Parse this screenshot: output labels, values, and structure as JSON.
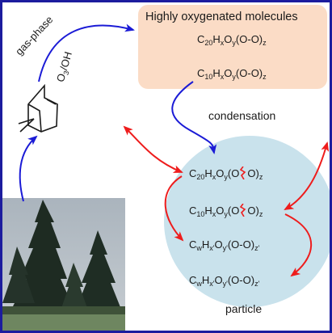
{
  "diagram": {
    "box_title": "Highly oxygenated molecules",
    "box_formula_1": {
      "pre": "C",
      "s1": "20",
      "a": "H",
      "s2": "x",
      "b": "O",
      "s3": "y",
      "c": "(O-O)",
      "s4": "z"
    },
    "box_formula_2": {
      "pre": "C",
      "s1": "10",
      "a": "H",
      "s2": "x",
      "b": "O",
      "s3": "y",
      "c": "(O-O)",
      "s4": "z"
    },
    "gas_phase_label": "gas-phase",
    "oxidant": {
      "a": "O",
      "s": "3",
      "b": "/OH"
    },
    "condensation_label": "condensation",
    "particle_label": "particle",
    "particle_formula_1": {
      "pre": "C",
      "s1": "20",
      "a": "H",
      "s2": "x",
      "b": "O",
      "s3": "y",
      "c": "(O",
      "d": "O)",
      "s4": "z"
    },
    "particle_formula_2": {
      "pre": "C",
      "s1": "10",
      "a": "H",
      "s2": "x",
      "b": "O",
      "s3": "y",
      "c": "(O",
      "d": "O)",
      "s4": "z"
    },
    "particle_formula_3": {
      "pre": "C",
      "s1": "w",
      "a": "H",
      "s2": "x'",
      "b": "O",
      "s3": "y'",
      "c": "(O-O)",
      "s4": "z'"
    },
    "particle_formula_4": {
      "pre": "C",
      "s1": "w",
      "a": "H",
      "s2": "x'",
      "b": "O",
      "s3": "y'",
      "c": "(O-O)",
      "s4": "z'"
    }
  },
  "colors": {
    "blue_arrow": "#1b1bd6",
    "red_arrow": "#ee1c1c",
    "box_fill": "#fbdcc6",
    "particle_fill": "#c9e2ec",
    "frame": "#1c1c9e"
  },
  "icons": {
    "molecule": "alpha-pinene-structure-icon",
    "photo": "spruce-forest-photo"
  }
}
